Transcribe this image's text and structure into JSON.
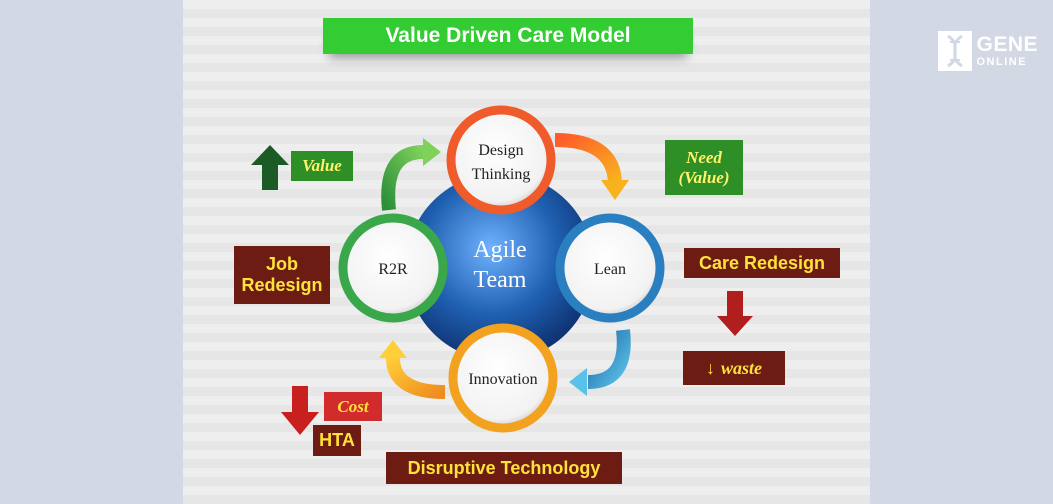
{
  "title": "Value Driven Care Model",
  "center": {
    "line1": "Agile",
    "line2": "Team"
  },
  "circles": {
    "top": {
      "line1": "Design",
      "line2": "Thinking"
    },
    "right": "Lean",
    "bottom": "Innovation",
    "left": "R2R"
  },
  "labels": {
    "value": "Value",
    "need_line1": "Need",
    "need_line2": "(Value)",
    "job_line1": "Job",
    "job_line2": "Redesign",
    "care_redesign": "Care Redesign",
    "waste": "waste",
    "cost": "Cost",
    "hta": "HTA",
    "disruptive": "Disruptive Technology"
  },
  "logo": {
    "line1": "GENE",
    "line2": "ONLINE"
  },
  "colors": {
    "title_bg": "#33cc33",
    "center_blue": "#1f5fb0",
    "green_label": "#2f8f27",
    "maroon_label": "#6d1c14",
    "red_label": "#d12b2b",
    "yellow_text": "#ffe23a"
  },
  "icons": [
    "up-arrow-icon",
    "down-arrow-icon",
    "curved-arrow-icon",
    "dna-helix-icon"
  ]
}
